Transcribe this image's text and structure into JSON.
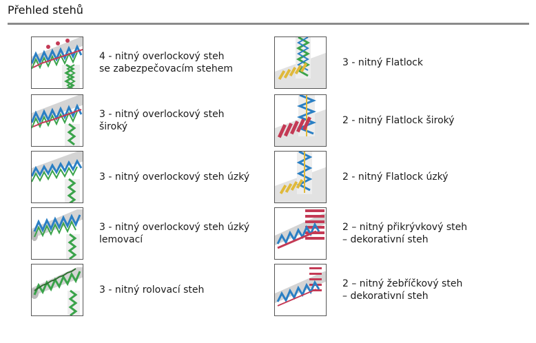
{
  "header": {
    "title": "Přehled stehů"
  },
  "colors": {
    "blue": "#2a7fc4",
    "green": "#3aa34a",
    "red": "#c43a55",
    "yellow": "#e0b93a",
    "fabric": "#d4d4d4",
    "rule": "#8a8a8a"
  },
  "left_items": [
    {
      "lines": [
        "4 - nitný overlockový steh",
        "se zabezpečovacím stehem"
      ],
      "icon": "overlock-4-thread-safety-icon"
    },
    {
      "lines": [
        "3 - nitný overlockový steh",
        "široký"
      ],
      "icon": "overlock-3-thread-wide-icon"
    },
    {
      "lines": [
        "3 - nitný overlockový steh úzký"
      ],
      "icon": "overlock-3-thread-narrow-icon"
    },
    {
      "lines": [
        "3 - nitný overlockový steh úzký",
        "lemovací"
      ],
      "icon": "overlock-3-thread-narrow-hem-icon"
    },
    {
      "lines": [
        "3 - nitný rolovací steh"
      ],
      "icon": "rolled-hem-3-thread-icon"
    }
  ],
  "right_items": [
    {
      "lines": [
        "3 - nitný Flatlock"
      ],
      "icon": "flatlock-3-thread-icon"
    },
    {
      "lines": [
        "2 - nitný Flatlock široký"
      ],
      "icon": "flatlock-2-thread-wide-icon"
    },
    {
      "lines": [
        "2 - nitný Flatlock úzký"
      ],
      "icon": "flatlock-2-thread-narrow-icon"
    },
    {
      "lines": [
        "2 – nitný přikrývkový steh",
        "– dekorativní steh"
      ],
      "icon": "cover-stitch-2-thread-icon"
    },
    {
      "lines": [
        "2 – nitný žebříčkový steh",
        "– dekorativní steh"
      ],
      "icon": "ladder-stitch-2-thread-icon"
    }
  ]
}
